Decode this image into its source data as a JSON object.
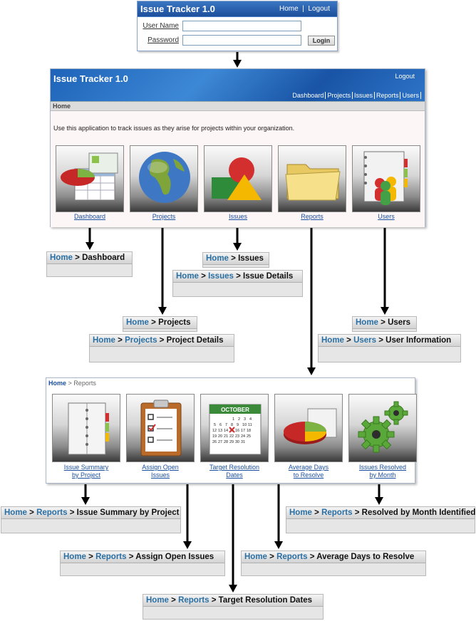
{
  "login": {
    "title": "Issue Tracker 1.0",
    "nav_home": "Home",
    "nav_logout": "Logout",
    "username_label": "User Name",
    "password_label": "Password",
    "login_button": "Login"
  },
  "app": {
    "title": "Issue Tracker 1.0",
    "logout": "Logout",
    "tabs": [
      "Dashboard",
      "Projects",
      "Issues",
      "Reports",
      "Users"
    ],
    "breadcrumb": "Home",
    "description": "Use this application to track issues as they arise for projects within your organization.",
    "tiles": [
      {
        "label": "Dashboard",
        "icon": "dashboard-icon"
      },
      {
        "label": "Projects",
        "icon": "globe-icon"
      },
      {
        "label": "Issues",
        "icon": "shapes-icon"
      },
      {
        "label": "Reports",
        "icon": "folder-icon"
      },
      {
        "label": "Users",
        "icon": "users-icon"
      }
    ]
  },
  "crumbs": {
    "home": "Home",
    "sep": ">",
    "dashboard": "Dashboard",
    "issues": "Issues",
    "issue_details": "Issue Details",
    "projects": "Projects",
    "project_details": "Project Details",
    "users": "Users",
    "user_information": "User Information",
    "reports": "Reports",
    "issue_summary": "Issue Summary by Project",
    "resolved_month": "Resolved by Month Identified",
    "assign_open": "Assign Open Issues",
    "avg_days": "Average Days to Resolve",
    "target_dates": "Target Resolution Dates"
  },
  "reports": {
    "breadcrumb_home": "Home",
    "breadcrumb_sep": ">",
    "breadcrumb_current": "Reports",
    "calendar_month": "OCTOBER",
    "tiles": [
      {
        "line1": "Issue Summary",
        "line2": "by Project",
        "icon": "binder-icon"
      },
      {
        "line1": "Assign Open",
        "line2": "Issues",
        "icon": "clipboard-icon"
      },
      {
        "line1": "Target Resolution",
        "line2": "Dates",
        "icon": "calendar-icon"
      },
      {
        "line1": "Average Days",
        "line2": "to Resolve",
        "icon": "pie-chart-icon"
      },
      {
        "line1": "Issues Resolved",
        "line2": "by Month",
        "icon": "gears-icon"
      }
    ]
  }
}
